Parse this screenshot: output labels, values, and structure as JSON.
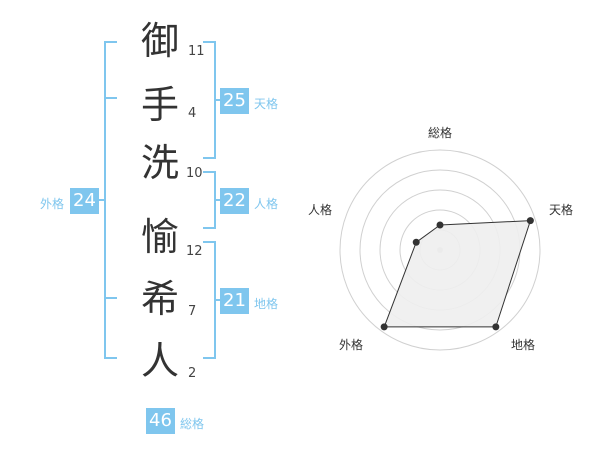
{
  "name": {
    "characters": [
      {
        "char": "御",
        "strokes": "11"
      },
      {
        "char": "手",
        "strokes": "4"
      },
      {
        "char": "洗",
        "strokes": "10"
      },
      {
        "char": "愉",
        "strokes": "12"
      },
      {
        "char": "希",
        "strokes": "7"
      },
      {
        "char": "人",
        "strokes": "2"
      }
    ]
  },
  "fortunes": {
    "tenkaku": {
      "value": "25",
      "label": "天格"
    },
    "jinkaku": {
      "value": "22",
      "label": "人格"
    },
    "chikaku": {
      "value": "21",
      "label": "地格"
    },
    "gaikaku": {
      "value": "24",
      "label": "外格"
    },
    "soukaku": {
      "value": "46",
      "label": "総格"
    }
  },
  "radar": {
    "labels": {
      "soukaku": "総格",
      "tenkaku": "天格",
      "chikaku": "地格",
      "gaikaku": "外格",
      "jinkaku": "人格"
    },
    "scores": {
      "soukaku": 0.25,
      "tenkaku": 0.95,
      "chikaku": 0.95,
      "gaikaku": 0.95,
      "jinkaku": 0.25
    }
  },
  "colors": {
    "accent": "#7fc6ee",
    "text": "#333333",
    "grid": "#d0d0d0",
    "fill": "#eeeeee"
  }
}
